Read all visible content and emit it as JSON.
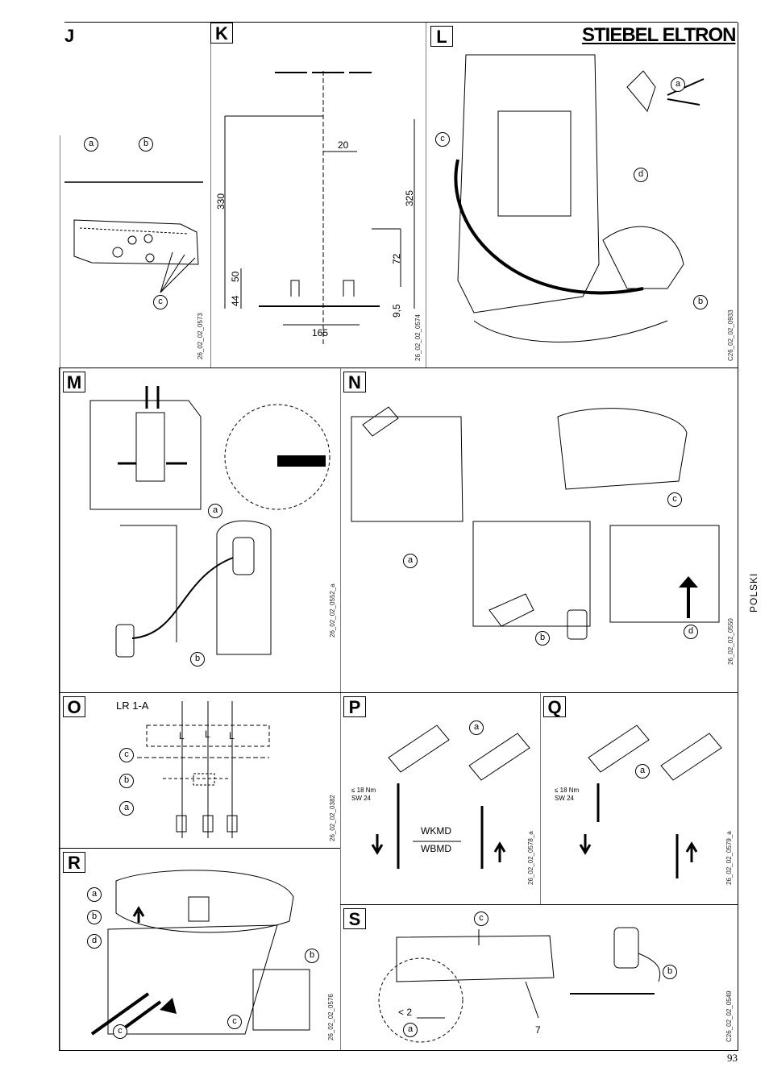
{
  "brand": "STIEBEL ELTRON",
  "side_language": "POLSKI",
  "page_number": "93",
  "panels": {
    "J": {
      "label": "J",
      "callouts": [
        "a",
        "b",
        "c"
      ],
      "ref": "26_02_02_0573"
    },
    "K": {
      "label": "K",
      "dims": {
        "d330": "330",
        "d20": "20",
        "d325": "325",
        "d72": "72",
        "d50": "50",
        "d44": "44",
        "d95": "9,5",
        "d165": "165"
      },
      "ref": "26_02_02_0574"
    },
    "L": {
      "label": "L",
      "callouts": [
        "a",
        "b",
        "c",
        "d"
      ],
      "ref": "C26_02_02_0933"
    },
    "M": {
      "label": "M",
      "callouts": [
        "a",
        "b"
      ],
      "ref": "26_02_02_0552_a"
    },
    "N": {
      "label": "N",
      "callouts": [
        "a",
        "b",
        "c",
        "d"
      ],
      "ref": "26_02_02_0550"
    },
    "O": {
      "label": "O",
      "model": "LR 1-A",
      "terminals": [
        "L",
        "L",
        "L"
      ],
      "callouts": [
        "a",
        "b",
        "c"
      ],
      "ref": "26_02_02_0382"
    },
    "P": {
      "label": "P",
      "torque": "≤ 18 Nm",
      "wrench": "SW 24",
      "upper": "WKMD",
      "lower": "WBMD",
      "callouts": [
        "a"
      ],
      "ref": "26_02_02_0578_a"
    },
    "Q": {
      "label": "Q",
      "torque": "≤ 18 Nm",
      "wrench": "SW 24",
      "callouts": [
        "a"
      ],
      "ref": "26_02_02_0579_a"
    },
    "R": {
      "label": "R",
      "callouts": [
        "a",
        "b",
        "c",
        "d"
      ],
      "ref": "26_02_02_0576"
    },
    "S": {
      "label": "S",
      "dim": "< 2",
      "number": "7",
      "callouts": [
        "a",
        "b",
        "c"
      ],
      "ref": "C26_02_02_0549"
    }
  }
}
